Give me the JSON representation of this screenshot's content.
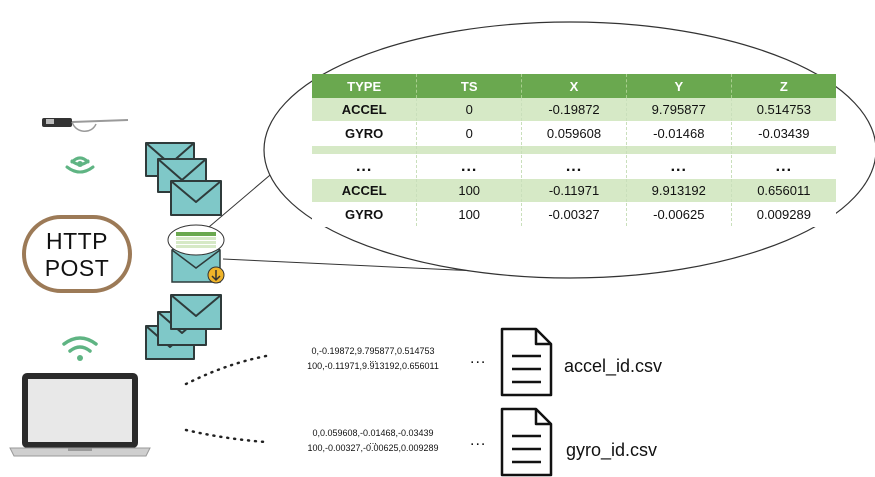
{
  "table": {
    "headers": [
      "TYPE",
      "TS",
      "X",
      "Y",
      "Z"
    ],
    "rows": [
      [
        "ACCEL",
        "0",
        "-0.19872",
        "9.795877",
        "0.514753"
      ],
      [
        "GYRO",
        "0",
        "0.059608",
        "-0.01468",
        "-0.03439"
      ],
      [
        "",
        "",
        "",
        "",
        ""
      ],
      [
        "...",
        "...",
        "...",
        "...",
        "..."
      ],
      [
        "ACCEL",
        "100",
        "-0.11971",
        "9.913192",
        "0.656011"
      ],
      [
        "GYRO",
        "100",
        "-0.00327",
        "-0.00625",
        "0.009289"
      ]
    ]
  },
  "http_label": {
    "line1": "HTTP",
    "line2": "POST"
  },
  "accel": {
    "line1": "0,-0.19872,9.795877,0.514753",
    "ellipsis": "...",
    "line2": "100,-0.11971,9.913192,0.656011",
    "filename": "accel_id.csv"
  },
  "gyro": {
    "line1": "0,0.059608,-0.01468,-0.03439",
    "ellipsis": "...",
    "line2": "100,-0.00327,-0.00625,0.009289",
    "filename": "gyro_id.csv"
  },
  "ellipsis_marker": "...",
  "icons": [
    "smart-glasses-icon",
    "wireless-signal-icon",
    "envelope-icon",
    "attachment-envelope-icon",
    "download-badge-icon",
    "laptop-icon",
    "wifi-icon",
    "file-document-icon"
  ],
  "colors": {
    "header_green": "#6aa84f",
    "row_green": "#d6e9c6",
    "envelope_fill": "#7fc8c8",
    "signal_green": "#5fb483",
    "bubble_border": "#9c7a57"
  }
}
